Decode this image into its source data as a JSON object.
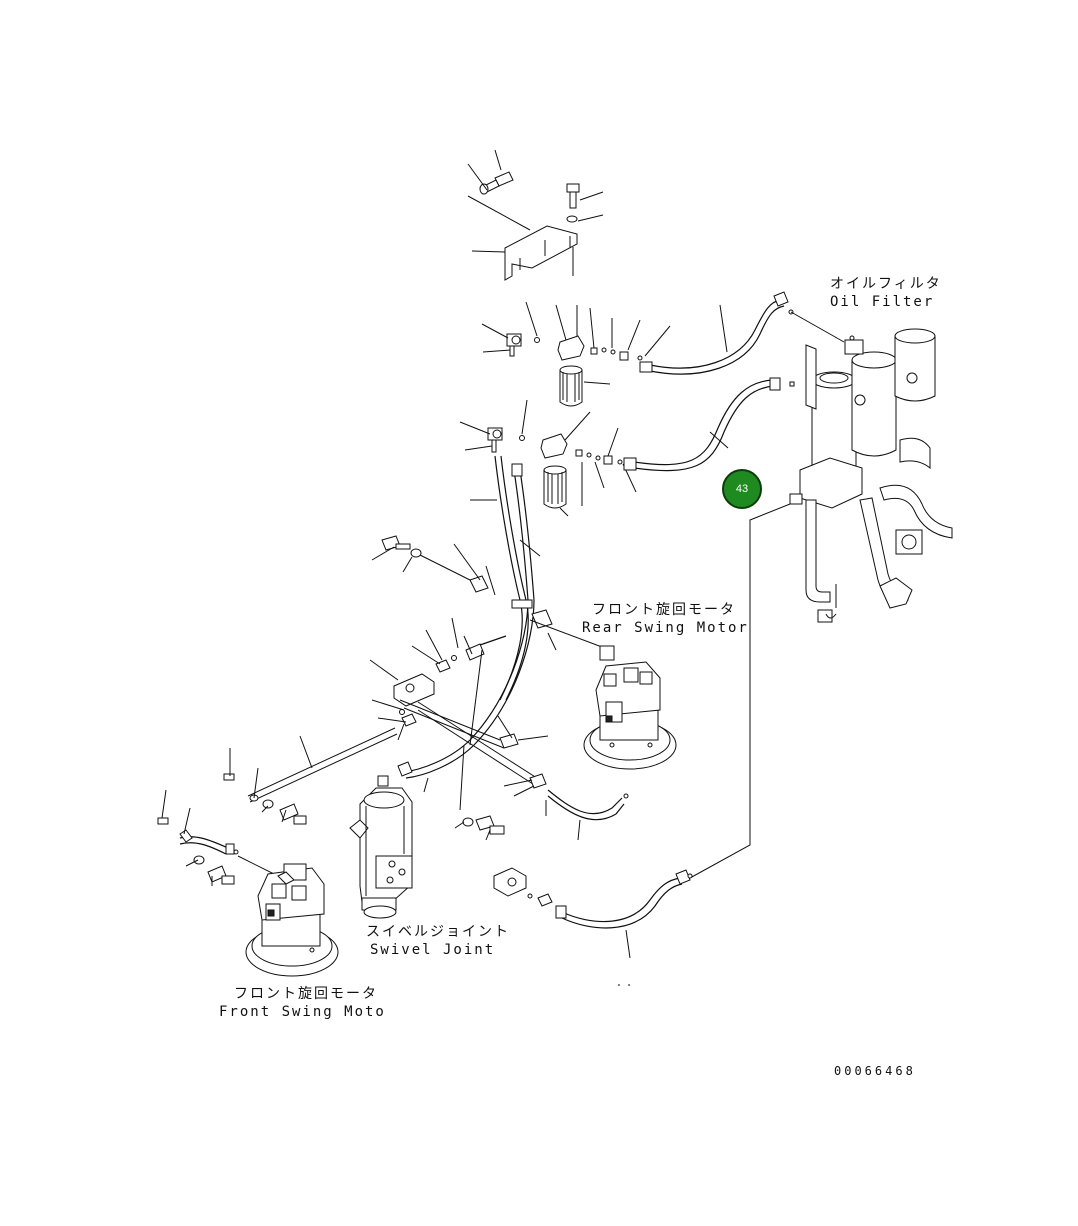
{
  "labels": {
    "oil_filter_jp": "オイルフィルタ",
    "oil_filter_en": "Oil Filter",
    "rear_motor_jp": "フロント旋回モータ",
    "rear_motor_en": "Rear Swing Motor",
    "swivel_jp": "スイベルジョイント",
    "swivel_en": "Swivel Joint",
    "front_motor_jp": "フロント旋回モータ",
    "front_motor_en": "Front Swing Moto"
  },
  "callout": {
    "number": "43",
    "color": "#1f8a1f"
  },
  "document_number": "00066468"
}
